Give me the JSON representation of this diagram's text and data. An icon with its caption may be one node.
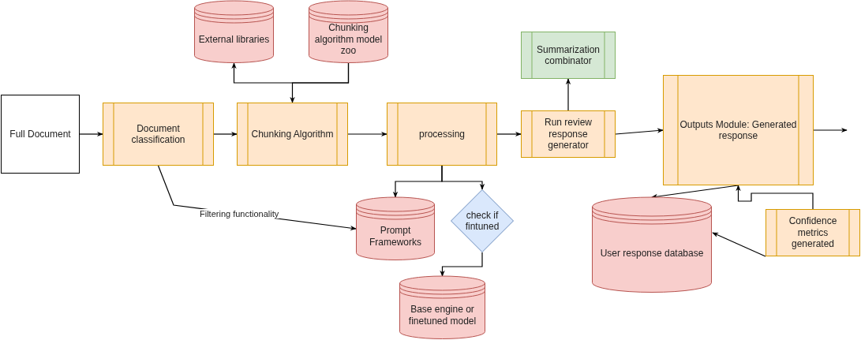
{
  "diagram": {
    "nodes": [
      {
        "text": [
          "Full Document"
        ]
      },
      {
        "text": [
          "Document classification"
        ]
      },
      {
        "text": [
          "Chunking Algorithm"
        ]
      },
      {
        "text": [
          "processing"
        ]
      },
      {
        "text": [
          "Run review response generator"
        ]
      },
      {
        "text": [
          "Summarization combinator"
        ]
      },
      {
        "text": [
          "Outputs Module: Generated response"
        ]
      },
      {
        "text": [
          "External libraries"
        ]
      },
      {
        "text": [
          "Chunking algorithm model zoo"
        ]
      },
      {
        "text": [
          "Prompt Frameworks"
        ]
      },
      {
        "text": [
          "check if fintuned"
        ]
      },
      {
        "text": [
          "Base engine or finetuned model"
        ]
      },
      {
        "text": [
          "User response database"
        ]
      },
      {
        "text": [
          "Confidence metrics generated"
        ]
      }
    ],
    "edges": [
      {
        "from": 0,
        "to": 1,
        "arrow": "to"
      },
      {
        "from": 1,
        "to": 2,
        "arrow": "to"
      },
      {
        "from": 2,
        "to": 3,
        "arrow": "to"
      },
      {
        "from": 3,
        "to": 4,
        "arrow": "to"
      },
      {
        "from": 4,
        "to": 6,
        "arrow": "to"
      },
      {
        "from": 6,
        "to": null,
        "arrow": "to"
      },
      {
        "from": 4,
        "to": 5,
        "arrow": "to"
      },
      {
        "from": 8,
        "to": 7,
        "arrow": "to"
      },
      {
        "from": 8,
        "to": 2,
        "arrow": "to"
      },
      {
        "from": 3,
        "to": 9,
        "arrow": "to"
      },
      {
        "from": 3,
        "to": 10,
        "arrow": "to"
      },
      {
        "from": 10,
        "to": 11,
        "arrow": "to"
      },
      {
        "from": 1,
        "to": 9,
        "arrow": "to",
        "label": "Filtering functionality"
      },
      {
        "from": 6,
        "to": 12,
        "arrow": "to"
      },
      {
        "from": 13,
        "to": 6,
        "arrow": "to"
      },
      {
        "from": 13,
        "to": 12,
        "arrow": "to"
      }
    ]
  }
}
